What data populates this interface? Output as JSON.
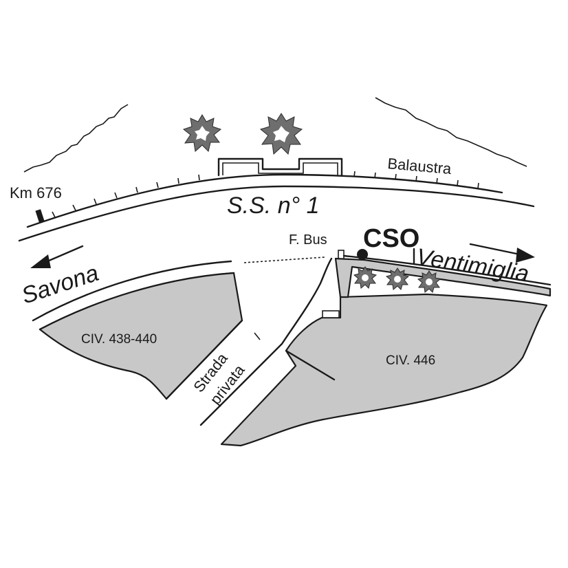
{
  "map": {
    "road_name": "S.S. n° 1",
    "km_marker": "Km 676",
    "railing_label": "Balaustra",
    "bus_stop_label": "F. Bus",
    "site_label": "CSO",
    "direction_left": "Savona",
    "direction_right": "Ventimiglia",
    "private_road_line1": "Strada",
    "private_road_line2": "privata",
    "parcel_left": "CIV. 438-440",
    "parcel_right": "CIV. 446"
  },
  "colors": {
    "parcel_fill": "#c8c8c8",
    "line": "#1a1a1a",
    "vegetation": "#6e6e6e"
  }
}
